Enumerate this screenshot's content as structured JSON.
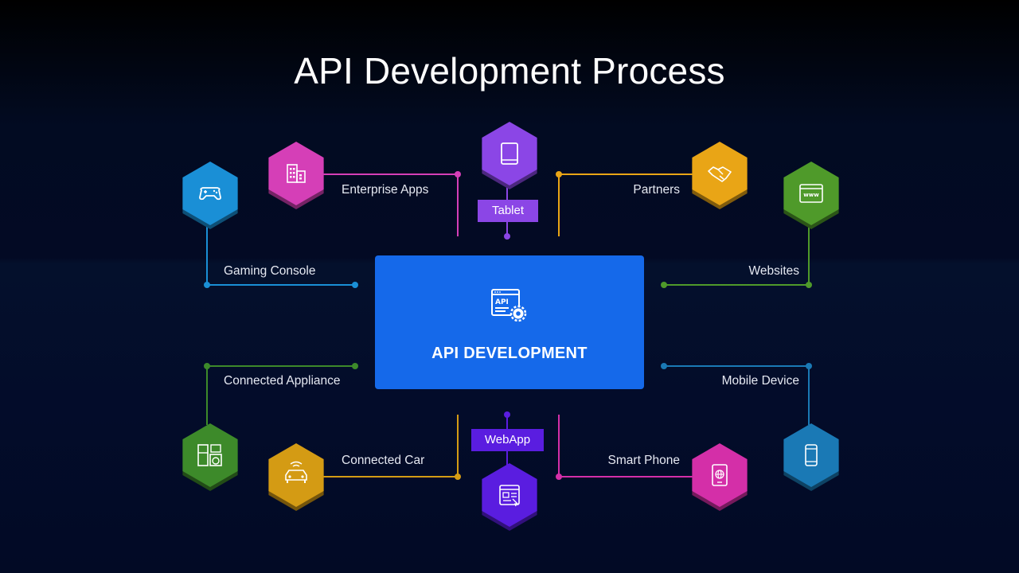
{
  "title": "API Development Process",
  "center": {
    "label": "API DEVELOPMENT",
    "icon": "api-settings-icon",
    "color": "#1569ea"
  },
  "nodes": [
    {
      "key": "gaming",
      "label": "Gaming Console",
      "icon": "gamepad-icon",
      "color": "#1a8fd6"
    },
    {
      "key": "enterprise",
      "label": "Enterprise Apps",
      "icon": "building-icon",
      "color": "#d53fb7"
    },
    {
      "key": "tablet",
      "label": "Tablet",
      "icon": "tablet-icon",
      "color": "#8b46e6"
    },
    {
      "key": "partners",
      "label": "Partners",
      "icon": "handshake-icon",
      "color": "#e9a516"
    },
    {
      "key": "websites",
      "label": "Websites",
      "icon": "browser-www-icon",
      "color": "#4f9a2a"
    },
    {
      "key": "appliance",
      "label": "Connected Appliance",
      "icon": "appliance-icon",
      "color": "#3d8a2a"
    },
    {
      "key": "car",
      "label": "Connected Car",
      "icon": "car-icon",
      "color": "#d49b14"
    },
    {
      "key": "webapp",
      "label": "WebApp",
      "icon": "webapp-icon",
      "color": "#5a1de0"
    },
    {
      "key": "smartphone",
      "label": "Smart Phone",
      "icon": "phone-globe-icon",
      "color": "#d42fa8"
    },
    {
      "key": "mobile",
      "label": "Mobile Device",
      "icon": "mobile-icon",
      "color": "#1a79b5"
    }
  ]
}
